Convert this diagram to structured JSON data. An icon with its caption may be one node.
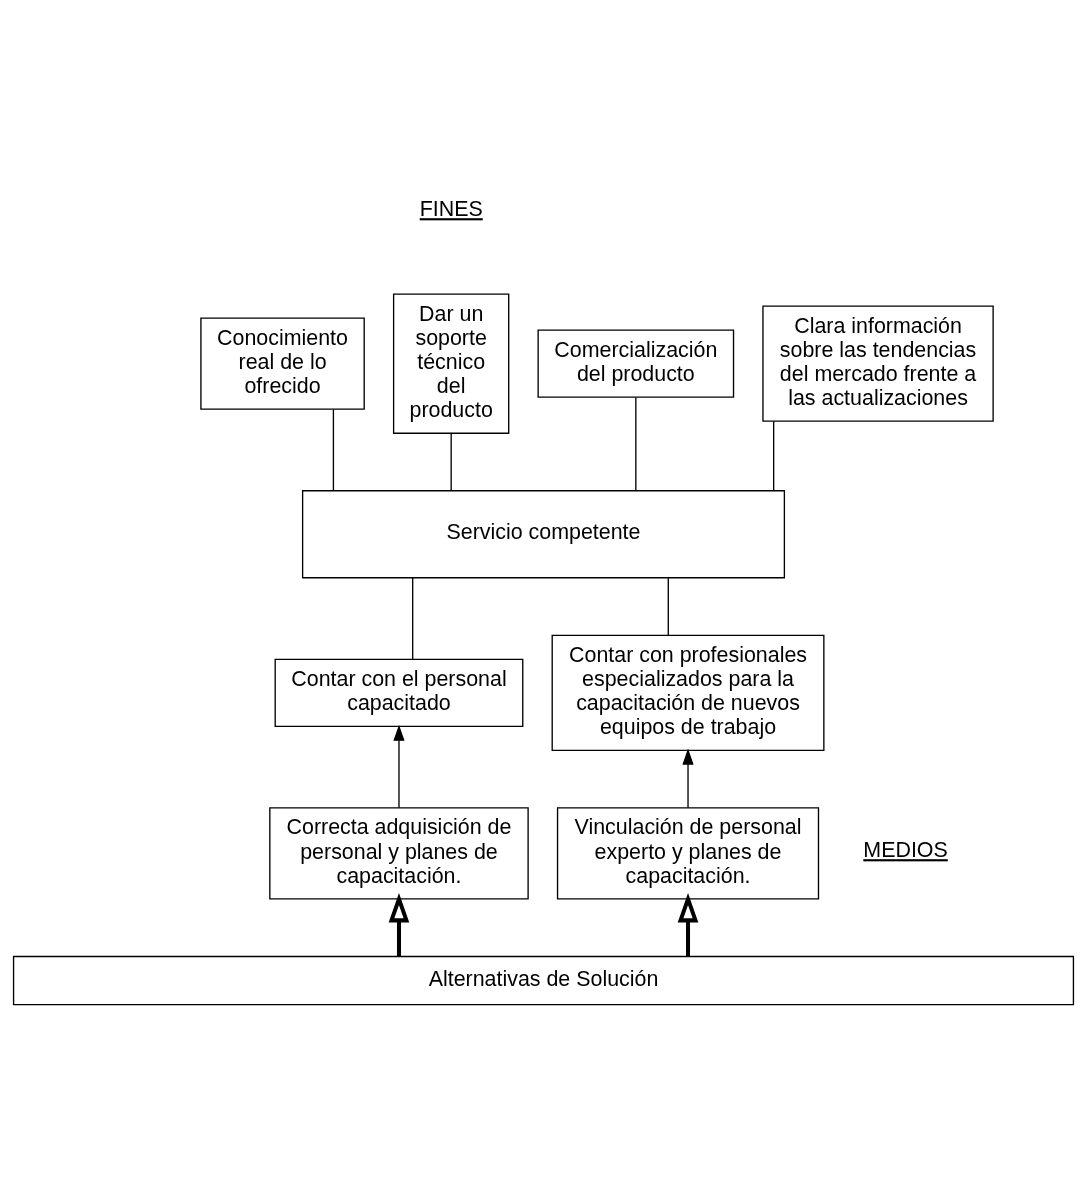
{
  "diagram": {
    "nodes": [
      {
        "text": [
          "Conocimiento real de lo ofrecido"
        ]
      },
      {
        "text": [
          "Dar un soporte técnico del producto"
        ]
      },
      {
        "text": [
          "Comercialización del producto"
        ]
      },
      {
        "text": [
          "Clara información sobre las tendencias del mercado frente a las actualizaciones"
        ]
      },
      {
        "text": [
          "Servicio competente"
        ]
      },
      {
        "text": [
          "Contar con el personal capacitado"
        ]
      },
      {
        "text": [
          "Contar con profesionales especializados para la capacitación de nuevos equipos de trabajo"
        ]
      },
      {
        "text": [
          "Correcta adquisición de personal y planes de capacitación."
        ]
      },
      {
        "text": [
          "Vinculación de personal experto y planes de capacitación."
        ]
      },
      {
        "text": [
          "Alternativas de Solución"
        ]
      }
    ],
    "edges": [
      {
        "from": 4,
        "to": 0,
        "arrow": "none"
      },
      {
        "from": 4,
        "to": 1,
        "arrow": "none"
      },
      {
        "from": 4,
        "to": 2,
        "arrow": "none"
      },
      {
        "from": 4,
        "to": 3,
        "arrow": "none"
      },
      {
        "from": 5,
        "to": 4,
        "arrow": "none"
      },
      {
        "from": 6,
        "to": 4,
        "arrow": "none"
      },
      {
        "from": 7,
        "to": 5,
        "arrow": "to"
      },
      {
        "from": 8,
        "to": 6,
        "arrow": "to"
      },
      {
        "from": 9,
        "to": 7,
        "arrow": "to",
        "style": "thick"
      },
      {
        "from": 9,
        "to": 8,
        "arrow": "to",
        "style": "thick"
      }
    ],
    "labels": [
      "FINES",
      "MEDIOS"
    ]
  }
}
